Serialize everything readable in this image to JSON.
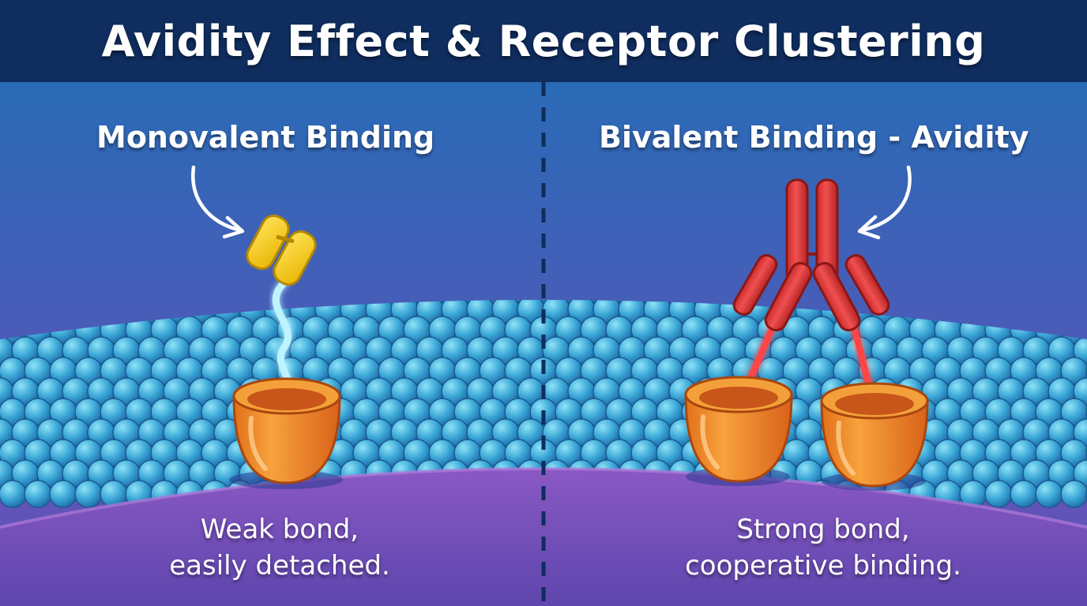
{
  "title": "Avidity Effect & Receptor Clustering",
  "left_panel": {
    "heading": "Monovalent Binding",
    "caption_line1": "Weak bond,",
    "caption_line2": "easily detached."
  },
  "right_panel": {
    "heading": "Bivalent Binding - Avidity",
    "caption_line1": "Strong bond,",
    "caption_line2": "cooperative binding."
  },
  "colors": {
    "title_bar": "#0f2d5e",
    "background_top": "#1f6fb5",
    "background_bottom": "#6b4fb8",
    "membrane_bead": "#3aa6d6",
    "receptor": "#f08a24",
    "ligand_yellow": "#f2c200",
    "antibody_red": "#dc3a3a",
    "tether_glow": "#bdf3ff"
  }
}
